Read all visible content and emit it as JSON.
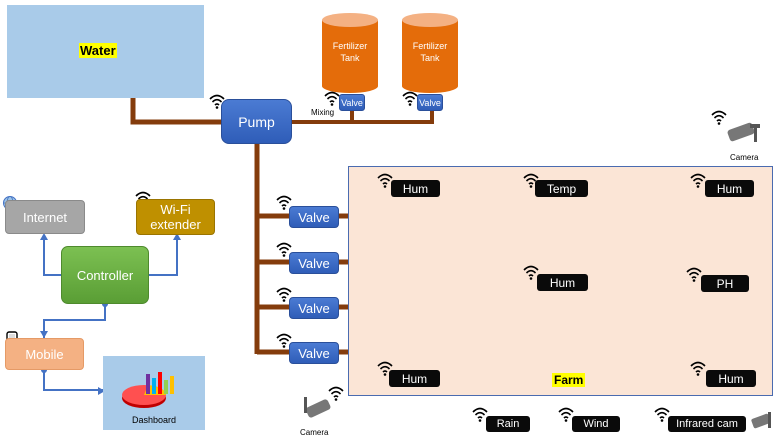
{
  "water": {
    "label": "Water"
  },
  "pump": {
    "label": "Pump"
  },
  "mixing": {
    "label": "Mixing"
  },
  "tanks": [
    {
      "line1": "Fertilizer",
      "line2": "Tank",
      "valve": "Valve"
    },
    {
      "line1": "Fertilizer",
      "line2": "Tank",
      "valve": "Valve"
    }
  ],
  "row_valves": [
    "Valve",
    "Valve",
    "Valve",
    "Valve"
  ],
  "farm": {
    "label": "Farm"
  },
  "farm_sensors": [
    "Hum",
    "Temp",
    "Hum",
    "Hum",
    "PH",
    "Hum",
    "Hum"
  ],
  "cameras": {
    "top": "Camera",
    "bottom": "Camera"
  },
  "weather": [
    "Rain",
    "Wind",
    "Infrared cam"
  ],
  "network": {
    "internet": "Internet",
    "wifi_line1": "Wi-Fi",
    "wifi_line2": "extender",
    "controller": "Controller",
    "mobile": "Mobile",
    "dashboard": "Dashboard"
  },
  "colors": {
    "pipe": "#843c0c",
    "valve": "#2f5db8",
    "tank": "#e46c0a",
    "farm_bg": "#fbe5d6",
    "link": "#4472c4"
  }
}
